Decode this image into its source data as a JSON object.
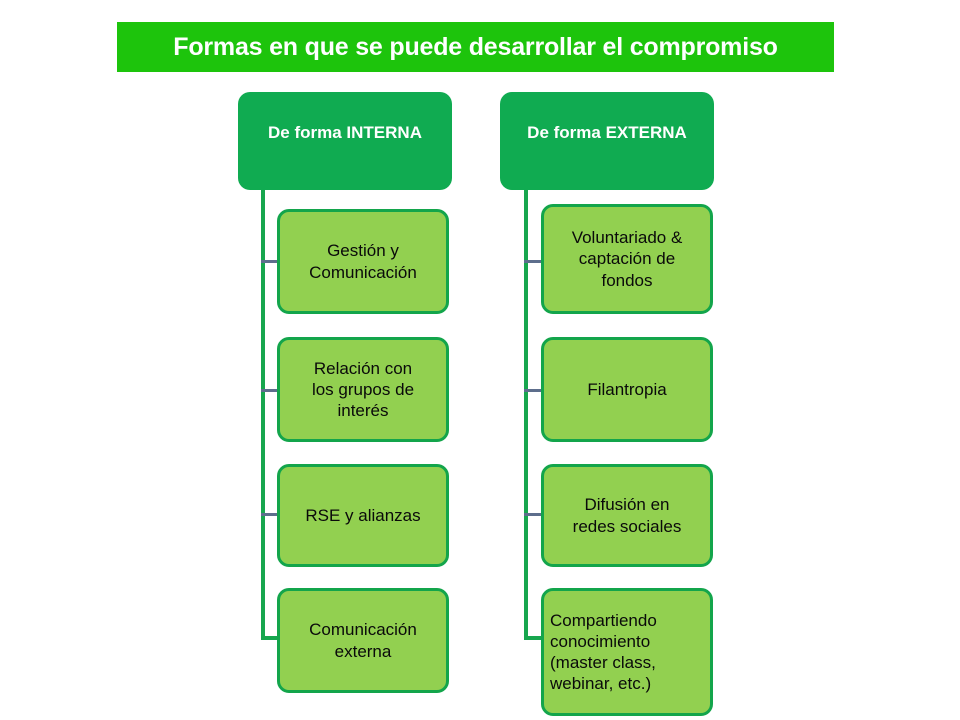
{
  "title": {
    "text": "Formas en que se puede desarrollar el compromiso",
    "banner_color": "#1DC40C",
    "text_color": "#FFFFFF"
  },
  "palette": {
    "root_fill": "#10AB51",
    "child_fill": "#92D050",
    "child_border": "#13A54B",
    "trunk": "#17A64E",
    "stub": "#5D6E8C",
    "background": "#FFFFFF"
  },
  "columns": [
    {
      "id": "interna",
      "root_label": "De forma INTERNA",
      "children": [
        {
          "label": "Gestión y\nComunicación",
          "align": "center"
        },
        {
          "label": "Relación con\nlos grupos de\ninterés",
          "align": "center"
        },
        {
          "label": "RSE y alianzas",
          "align": "center"
        },
        {
          "label": "Comunicación\nexterna",
          "align": "center"
        }
      ]
    },
    {
      "id": "externa",
      "root_label": "De forma EXTERNA",
      "children": [
        {
          "label": "Voluntariado &\ncaptación de\nfondos",
          "align": "center"
        },
        {
          "label": "Filantropia",
          "align": "center"
        },
        {
          "label": "Difusión en\nredes sociales",
          "align": "center"
        },
        {
          "label": "Compartiendo\nconocimiento\n(master class,\nwebinar, etc.)",
          "align": "left"
        }
      ]
    }
  ]
}
